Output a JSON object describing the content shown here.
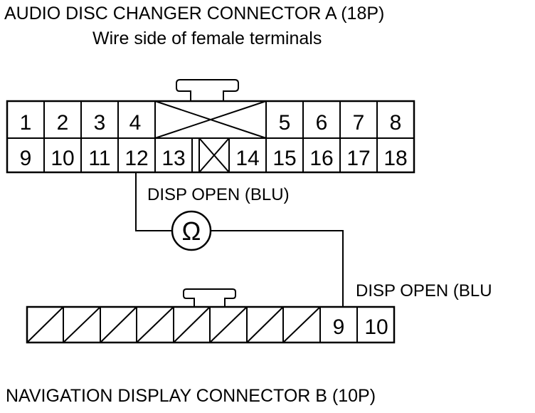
{
  "connector_a": {
    "title": "AUDIO DISC CHANGER CONNECTOR A (18P)",
    "subtitle": "Wire side of female terminals",
    "top_pins": [
      "1",
      "2",
      "3",
      "4",
      "5",
      "6",
      "7",
      "8"
    ],
    "bottom_pins": [
      "9",
      "10",
      "11",
      "12",
      "13",
      "14",
      "15",
      "16",
      "17",
      "18"
    ]
  },
  "connector_b": {
    "title": "NAVIGATION DISPLAY CONNECTOR B (10P)",
    "pins": [
      "9",
      "10"
    ]
  },
  "wire_a": {
    "label": "DISP OPEN (BLU)"
  },
  "wire_b": {
    "label": "DISP OPEN (BLU"
  },
  "meter": {
    "symbol": "Ω"
  }
}
